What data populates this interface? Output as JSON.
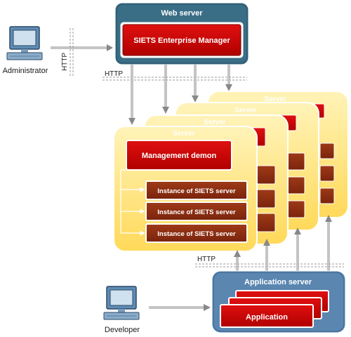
{
  "web_server": {
    "title": "Web server",
    "manager_label": "SIETS Enterprise Manager"
  },
  "administrator": {
    "label": "Administrator"
  },
  "developer": {
    "label": "Developer"
  },
  "protocol": {
    "http_vertical": "HTTP",
    "http_top": "HTTP",
    "http_bottom": "HTTP"
  },
  "servers": {
    "stack_labels": [
      "Server",
      "Server",
      "Server"
    ],
    "front_label": "Server",
    "management_demon": "Management demon",
    "instances": [
      "Instance of SIETS server",
      "Instance of SIETS server",
      "Instance of SIETS server"
    ]
  },
  "application_server": {
    "title": "Application server",
    "app_label": "Application"
  },
  "colors": {
    "web_server_fill": "#3a6e86",
    "red_box": "#cc0000",
    "server_yellow": "#ffe07a",
    "server_yellow_light": "#fff3b8",
    "instance_brown": "#8b2c10",
    "app_server_blue": "#5a86b0"
  }
}
